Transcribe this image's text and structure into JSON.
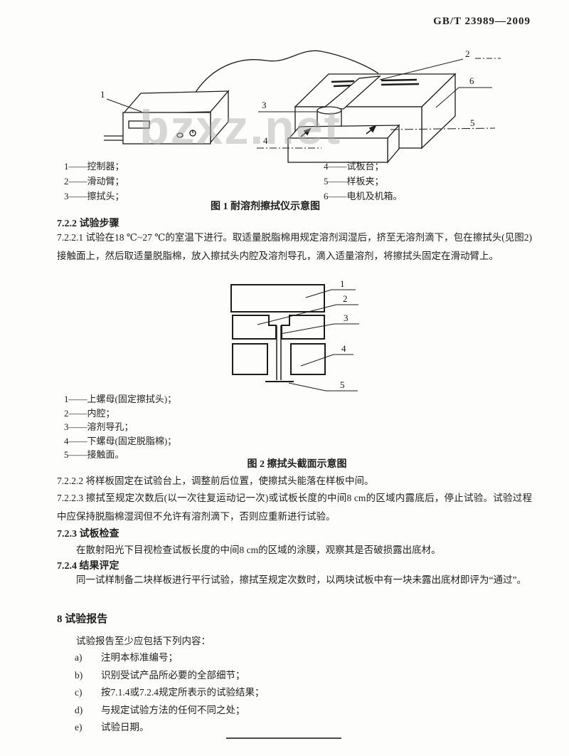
{
  "header": {
    "standard_number": "GB/T 23989—2009"
  },
  "watermark": "bzxz.net",
  "figure1": {
    "caption": "图 1  耐溶剂擦拭仪示意图",
    "part_labels": {
      "1": "1",
      "2": "2",
      "3": "3",
      "4": "4",
      "5": "5",
      "6": "6"
    },
    "legend_left": [
      "1——控制器；",
      "2——滑动臂；",
      "3——擦拭头；"
    ],
    "legend_right": [
      "4——试板台；",
      "5——样板夹；",
      "6——电机及机箱。"
    ]
  },
  "figure2": {
    "caption": "图 2  擦拭头截面示意图",
    "part_labels": {
      "1": "1",
      "2": "2",
      "3": "3",
      "4": "4",
      "5": "5"
    },
    "legend": [
      "1——上螺母(固定擦拭头)；",
      "2——内腔；",
      "3——溶剂导孔；",
      "4——下螺母(固定脱脂棉)；",
      "5——接触面。"
    ]
  },
  "body": {
    "s722_heading": "7.2.2  试验步骤",
    "s7221": "7.2.2.1  试验在18 ℃~27 ℃的室温下进行。取适量脱脂棉用规定溶剂润湿后，挤至无溶剂滴下，包在擦拭头(见图2)接触面上，然后取适量脱脂棉，放入擦拭头内腔及溶剂导孔，滴入适量溶剂，将擦拭头固定在滑动臂上。",
    "s7222": "7.2.2.2  将样板固定在试验台上，调整前后位置，使擦拭头能落在样板中间。",
    "s7223": "7.2.2.3  擦拭至规定次数后(以一次往复运动记一次)或试板长度的中间8 cm的区域内露底后，停止试验。试验过程中应保持脱脂棉湿润但不允许有溶剂滴下，否则应重新进行试验。",
    "s723_heading": "7.2.3  试板检查",
    "s723": "在散射阳光下目视检查试板长度的中间8 cm的区域的涂膜，观察其是否破损露出底材。",
    "s724_heading": "7.2.4  结果评定",
    "s724": "同一试样制备二块样板进行平行试验，擦拭至规定次数时，以两块试板中有一块未露出底材即评为“通过”。",
    "s8_heading": "8  试验报告",
    "s8_intro": "试验报告至少应包括下列内容：",
    "s8_items": [
      {
        "marker": "a)",
        "text": "注明本标准编号；"
      },
      {
        "marker": "b)",
        "text": "识别受试产品所必要的全部细节；"
      },
      {
        "marker": "c)",
        "text": "按7.1.4或7.2.4规定所表示的试验结果；"
      },
      {
        "marker": "d)",
        "text": "与规定试验方法的任何不同之处；"
      },
      {
        "marker": "e)",
        "text": "试验日期。"
      }
    ]
  }
}
